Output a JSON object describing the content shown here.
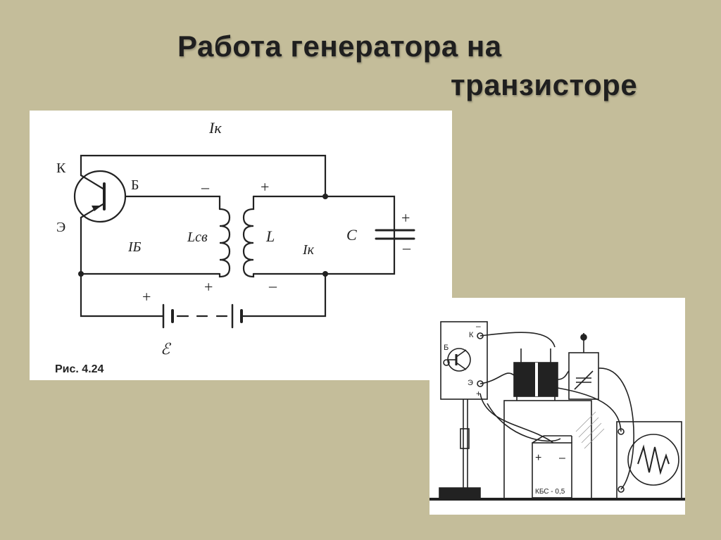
{
  "slide": {
    "title_line1": "Работа генератора на",
    "title_line2": "транзисторе",
    "background": "#c4bd9a"
  },
  "schematic": {
    "labels": {
      "collector_current_top": "Iк",
      "collector_pin": "К",
      "base_pin": "Б",
      "emitter_pin": "Э",
      "minus_coupling": "–",
      "plus_tank_top": "+",
      "base_current": "IБ",
      "coupling_inductor": "Lсв",
      "tank_inductor": "L",
      "tank_current": "Iк",
      "capacitor": "С",
      "cap_plus": "+",
      "cap_minus": "–",
      "plus_coupling_bottom": "+",
      "minus_tank_bottom": "–",
      "battery_plus": "+",
      "battery_emf": "ℰ",
      "caption": "Рис. 4.24"
    }
  },
  "apparatus": {
    "labels": {
      "collector": "К",
      "base": "Б",
      "emitter": "Э",
      "minus": "–",
      "plus": "+",
      "battery_plus": "+",
      "battery_minus": "–",
      "battery_name": "КБС - 0,5"
    }
  }
}
